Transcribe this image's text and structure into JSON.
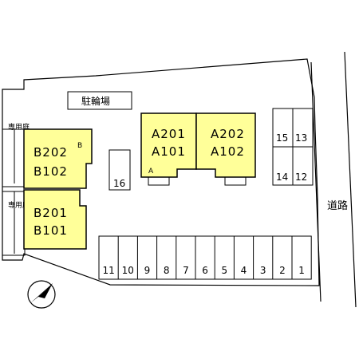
{
  "labels": {
    "bike_parking": "駐輪場",
    "private_garden_top": "専用庭",
    "private_garden_bottom": "専用庭",
    "road": "道路",
    "building_a": "A",
    "building_b": "B",
    "spot_16": "16"
  },
  "units": {
    "b_upper": [
      "B202",
      "B102"
    ],
    "b_lower": [
      "B201",
      "B101"
    ],
    "a_left": [
      "A201",
      "A101"
    ],
    "a_right": [
      "A202",
      "A102"
    ]
  },
  "parking_row": [
    "11",
    "10",
    "9",
    "8",
    "7",
    "6",
    "5",
    "4",
    "3",
    "2",
    "1"
  ],
  "parking_right": [
    "15",
    "13",
    "14",
    "12"
  ],
  "colors": {
    "building_fill": "#ffff99",
    "line": "#000000",
    "background": "#ffffff"
  },
  "icons": {
    "north_arrow": "compass-arrow-icon"
  }
}
